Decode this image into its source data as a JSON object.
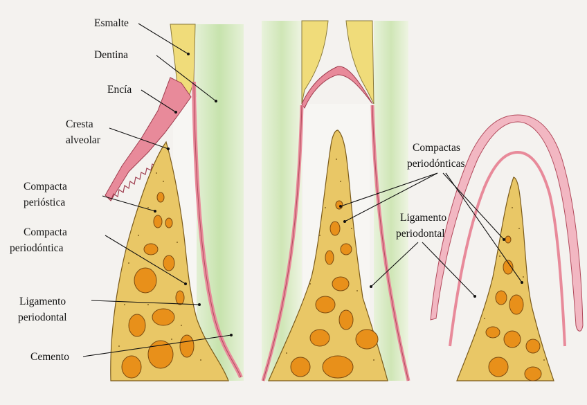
{
  "labels": {
    "esmalte": "Esmalte",
    "dentina": "Dentina",
    "encia": "Encía",
    "cresta_line1": "Cresta",
    "cresta_line2": "alveolar",
    "compacta_periostica_line1": "Compacta",
    "compacta_periostica_line2": "perióstica",
    "compacta_periodontica_line1": "Compacta",
    "compacta_periodontica_line2": "periodóntica",
    "ligamento_left_line1": "Ligamento",
    "ligamento_left_line2": "periodontal",
    "cemento": "Cemento",
    "compactas_periodonticas_line1": "Compactas",
    "compactas_periodonticas_line2": "periodónticas",
    "ligamento_right_line1": "Ligamento",
    "ligamento_right_line2": "periodontal"
  },
  "colors": {
    "background": "#f4f2ef",
    "enamel": "#f0dc7a",
    "dentin_green": "#cfe6b6",
    "bone": "#e9c766",
    "marrow": "#e8901a",
    "gum": "#e88a9a",
    "gum_light": "#f2b7c2",
    "line": "#111111"
  }
}
